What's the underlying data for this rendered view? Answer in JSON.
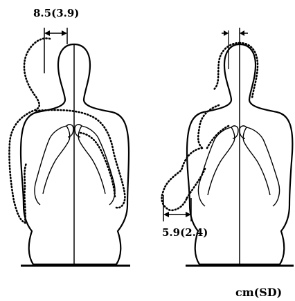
{
  "figure": {
    "left_measurement": "8.5(3.9)",
    "right_measurement": "5.9(2.4)",
    "unit_note": "cm(SD)"
  },
  "colors": {
    "ink": "#000000",
    "paper": "#ffffff"
  }
}
